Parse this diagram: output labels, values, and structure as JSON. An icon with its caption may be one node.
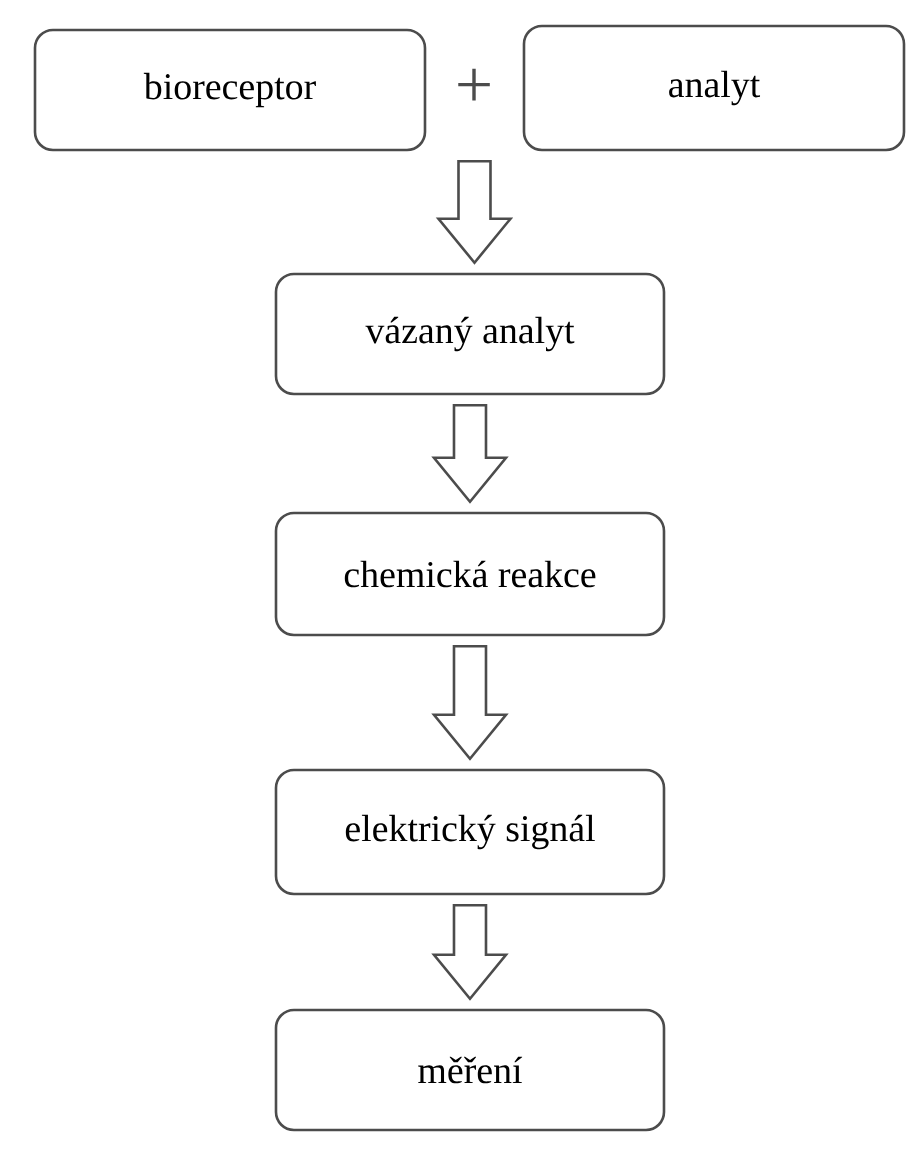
{
  "diagram": {
    "nodes": [
      {
        "text": [
          "bioreceptor"
        ]
      },
      {
        "text": [
          "analyt"
        ]
      },
      {
        "text": [
          "vázaný analyt"
        ]
      },
      {
        "text": [
          "chemická reakce"
        ]
      },
      {
        "text": [
          "elektrický signál"
        ]
      },
      {
        "text": [
          "měření"
        ]
      }
    ],
    "edges": [
      {
        "from": 0,
        "to": 2,
        "arrow": "to"
      },
      {
        "from": 1,
        "to": 2,
        "arrow": "to"
      },
      {
        "from": 2,
        "to": 3,
        "arrow": "to"
      },
      {
        "from": 3,
        "to": 4,
        "arrow": "to"
      },
      {
        "from": 4,
        "to": 5,
        "arrow": "to"
      }
    ],
    "labels": [
      "+"
    ]
  }
}
